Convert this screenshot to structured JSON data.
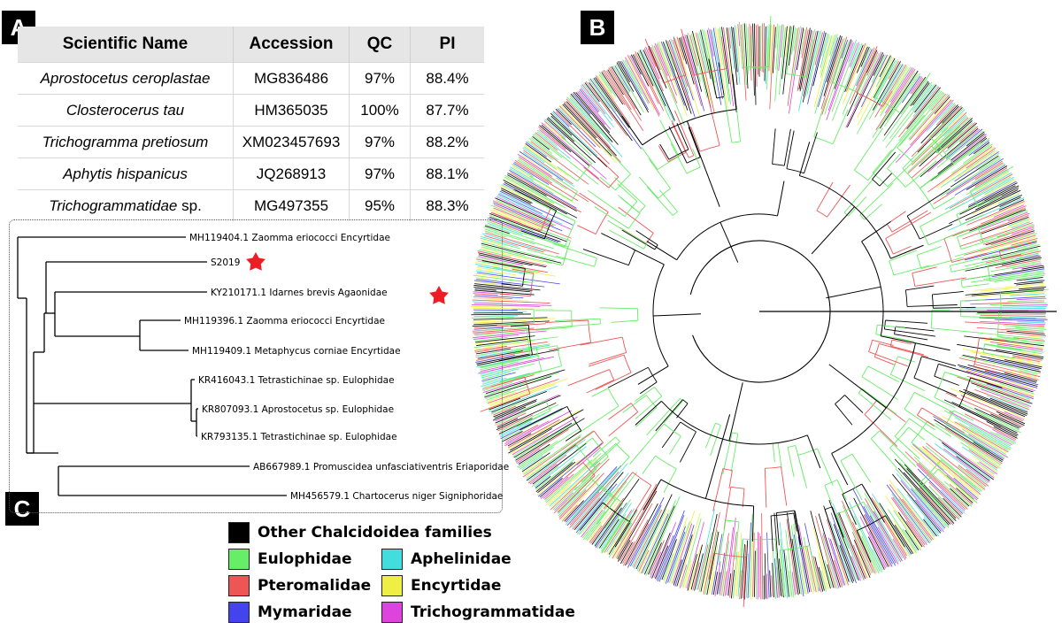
{
  "panels": {
    "a": "A",
    "b": "B",
    "c": "C"
  },
  "table": {
    "headers": [
      "Scientific Name",
      "Accession",
      "QC",
      "PI"
    ],
    "rows": [
      {
        "name": "Aprostocetus ceroplastae",
        "name_suffix": "",
        "accession": "MG836486",
        "qc": "97%",
        "pi": "88.4%"
      },
      {
        "name": "Closterocerus tau",
        "name_suffix": "",
        "accession": "HM365035",
        "qc": "100%",
        "pi": "87.7%"
      },
      {
        "name": "Trichogramma pretiosum",
        "name_suffix": "",
        "accession": "XM023457693",
        "qc": "97%",
        "pi": "88.2%"
      },
      {
        "name": "Aphytis hispanicus",
        "name_suffix": "",
        "accession": "JQ268913",
        "qc": "97%",
        "pi": "88.1%"
      },
      {
        "name": "Trichogrammatidae",
        "name_suffix": " sp.",
        "accession": "MG497355",
        "qc": "95%",
        "pi": "88.3%"
      }
    ]
  },
  "tree_c": {
    "tips": [
      "MH119404.1 Zaomma eriococci Encyrtidae",
      "S2019",
      "KY210171.1 Idarnes brevis Agaonidae",
      "MH119396.1 Zaomma eriococci Encyrtidae",
      "MH119409.1 Metaphycus corniae Encyrtidae",
      "KR416043.1 Tetrastichinae sp. Eulophidae",
      "KR807093.1 Aprostocetus sp. Eulophidae",
      "KR793135.1 Tetrastichinae sp. Eulophidae",
      "AB667989.1 Promuscidea unfasciativentris Eriaporidae",
      "MH456579.1 Chartocerus niger Signiphoridae"
    ],
    "marker": "query-star",
    "marker_color": "#ee1c24"
  },
  "tree_b": {
    "type": "circular-phylogeny",
    "colors": {
      "other": "#000000",
      "eulophidae": "#66ee66",
      "pteromalidae": "#ee5555",
      "mymaridae": "#4444ee",
      "aphelinidae": "#44dddd",
      "encyrtidae": "#eeee44",
      "trichogrammatidae": "#dd44dd"
    }
  },
  "legend": [
    {
      "key": "other",
      "label": "Other Chalcidoidea families",
      "color": "#000000"
    },
    {
      "key": "eulophidae",
      "label": "Eulophidae",
      "color": "#66ee66"
    },
    {
      "key": "aphelinidae",
      "label": "Aphelinidae",
      "color": "#44dddd"
    },
    {
      "key": "pteromalidae",
      "label": "Pteromalidae",
      "color": "#ee5555"
    },
    {
      "key": "encyrtidae",
      "label": "Encyrtidae",
      "color": "#eeee44"
    },
    {
      "key": "mymaridae",
      "label": "Mymaridae",
      "color": "#4444ee"
    },
    {
      "key": "trichogrammatidae",
      "label": "Trichogrammatidae",
      "color": "#dd44dd"
    }
  ]
}
